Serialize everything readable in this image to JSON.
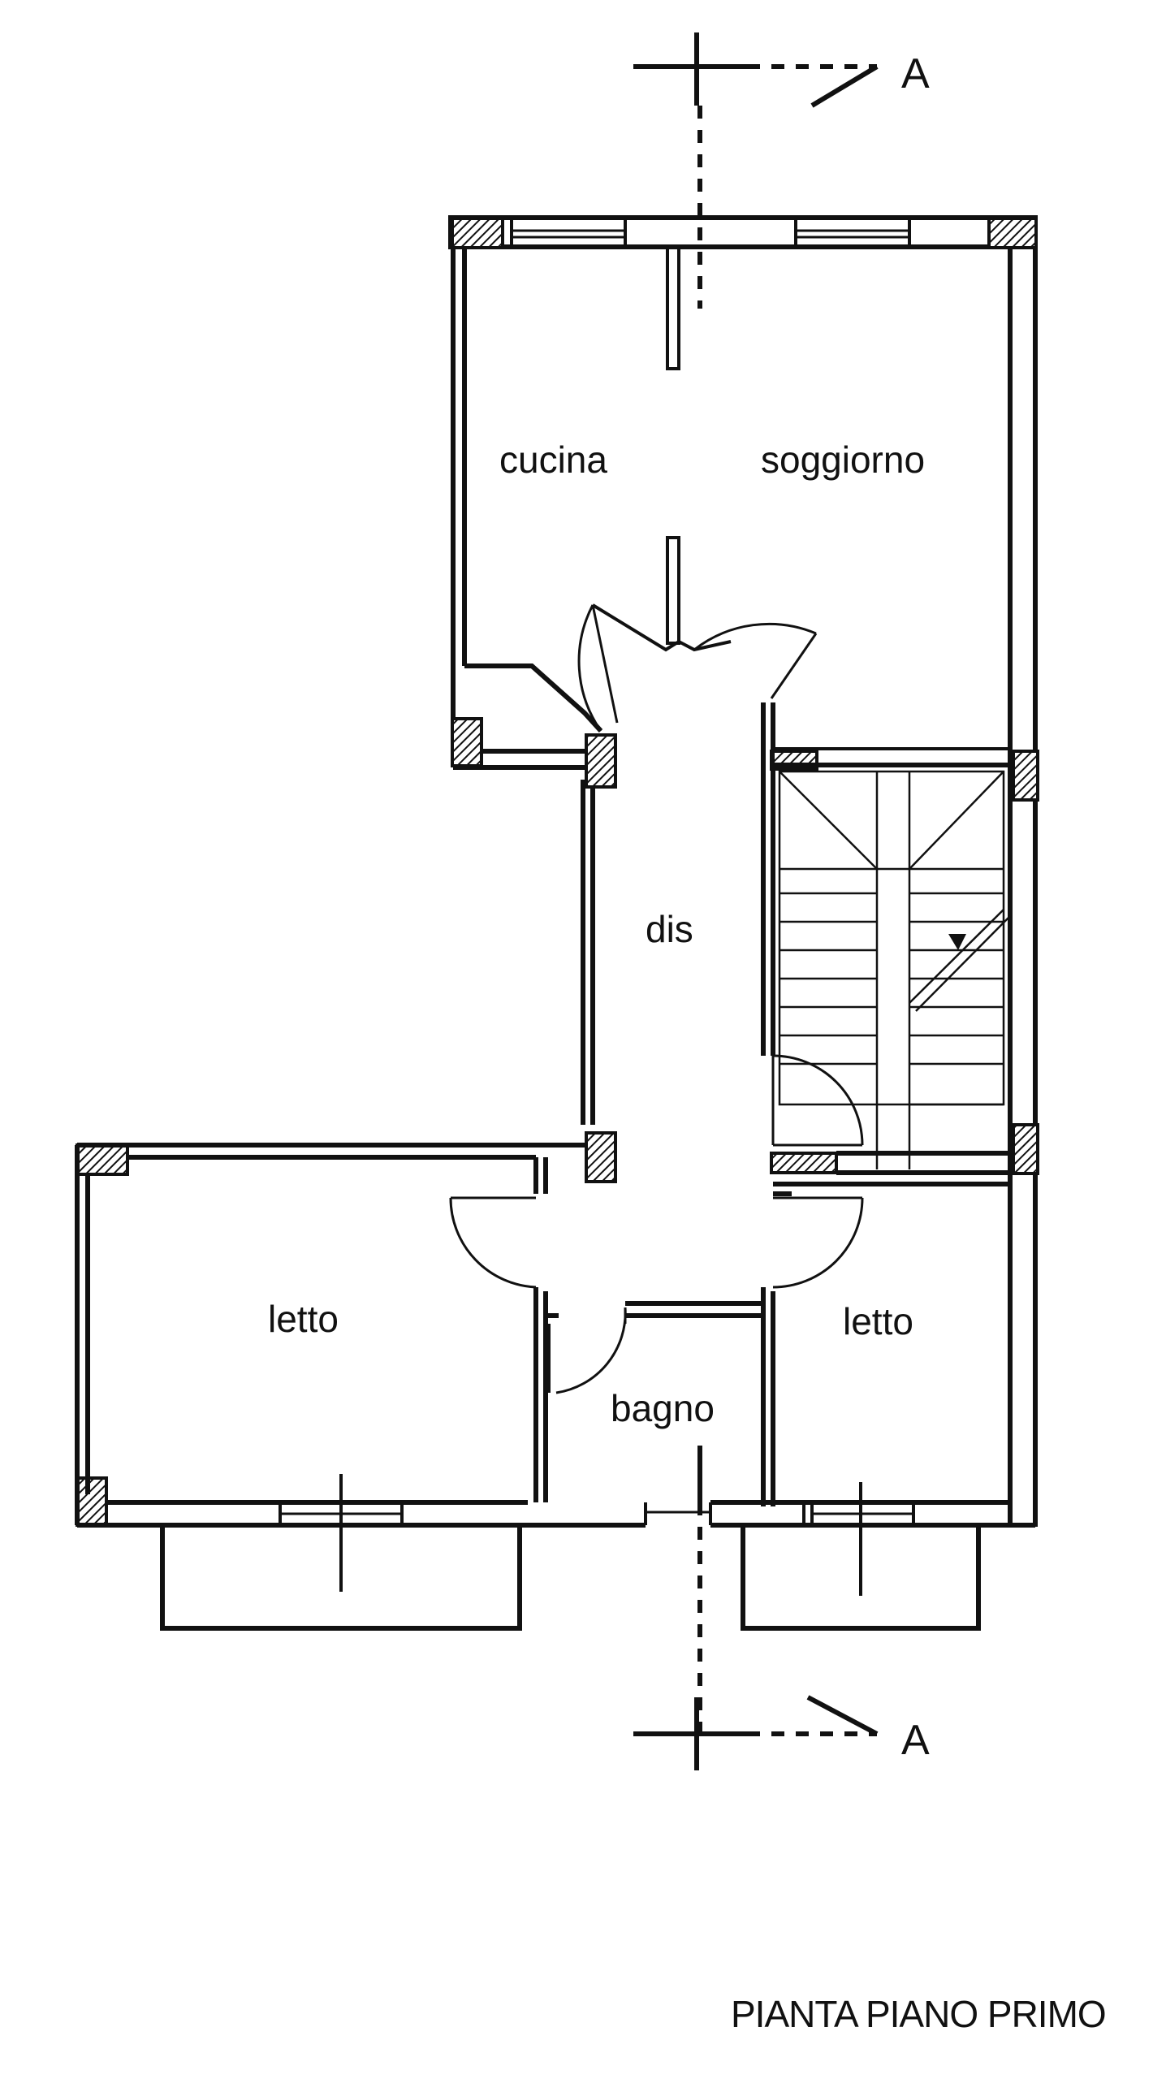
{
  "rooms": {
    "cucina": "cucina",
    "soggiorno": "soggiorno",
    "dis": "dis",
    "letto_left": "letto",
    "letto_right": "letto",
    "bagno": "bagno"
  },
  "section": {
    "top_label": "A",
    "bottom_label": "A"
  },
  "title": "PIANTA PIANO PRIMO"
}
